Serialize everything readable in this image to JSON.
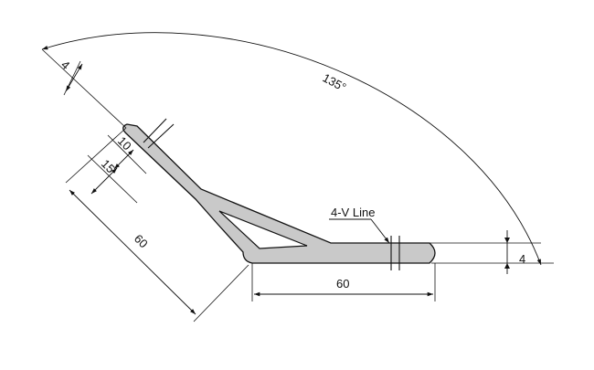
{
  "drawing": {
    "labels": {
      "angle": "135°",
      "tab_length": "4",
      "offset_10": "10",
      "offset_15": "15",
      "leg_diagonal": "60",
      "leg_horizontal": "60",
      "thickness": "4",
      "callout": "4-V Line"
    },
    "colors": {
      "profile_fill": "#c9c9c9",
      "line": "#111111",
      "background": "#ffffff"
    }
  }
}
